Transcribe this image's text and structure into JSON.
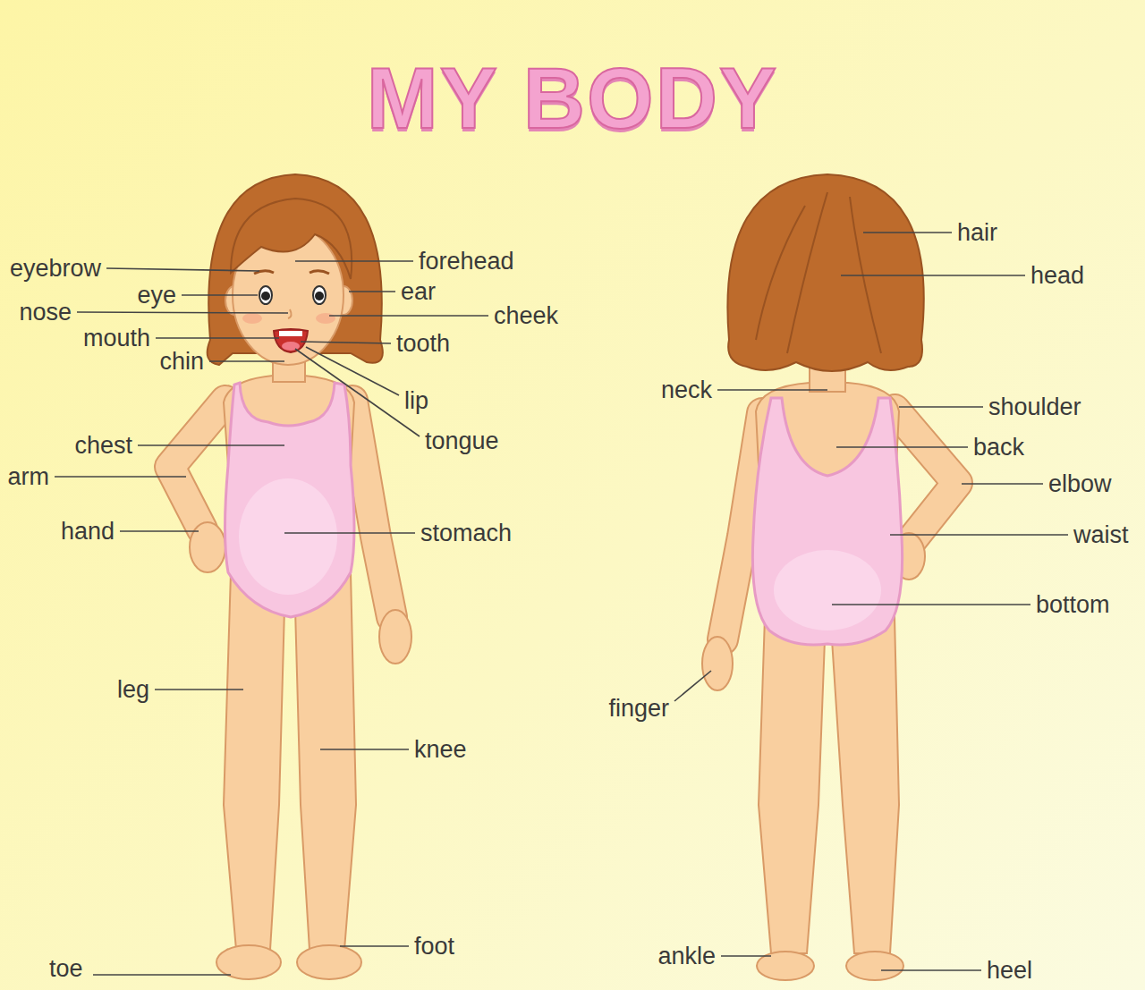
{
  "diagram": {
    "title": "MY BODY",
    "labels": [
      "eyebrow",
      "eye",
      "nose",
      "mouth",
      "chin",
      "forehead",
      "ear",
      "cheek",
      "tooth",
      "lip",
      "tongue",
      "chest",
      "arm",
      "hand",
      "stomach",
      "leg",
      "knee",
      "foot",
      "toe",
      "hair",
      "head",
      "neck",
      "shoulder",
      "back",
      "elbow",
      "waist",
      "bottom",
      "finger",
      "ankle",
      "heel"
    ]
  }
}
